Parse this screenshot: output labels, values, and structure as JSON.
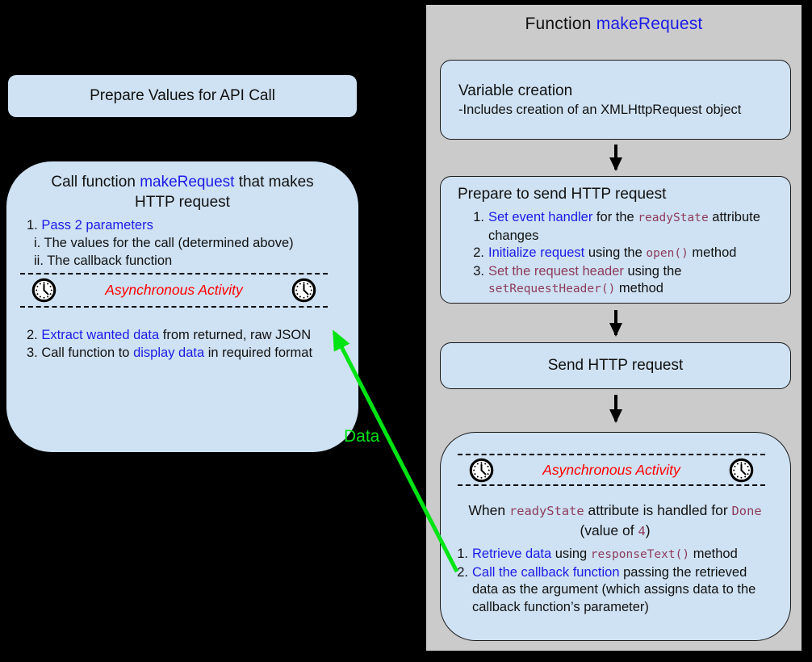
{
  "colors": {
    "background": "#000000",
    "panel": "#cbcbcb",
    "box_fill": "#cfe2f3",
    "emphasis_blue": "#1b1be6",
    "code_maroon": "#8e3b5c",
    "async_red": "#ff0000",
    "arrow_green": "#00e414",
    "arrow_black": "#000000"
  },
  "left": {
    "prepare_box_label": "Prepare Values for API Call",
    "call_box": {
      "title": [
        {
          "t": "Call function ",
          "s": "k"
        },
        {
          "t": "makeRequest",
          "s": "b"
        },
        {
          "t": " that makes HTTP request",
          "s": "k"
        }
      ],
      "steps_top": [
        [
          {
            "t": "1. ",
            "s": "k"
          },
          {
            "t": "Pass 2 parameters",
            "s": "b"
          }
        ],
        [
          {
            "t": "i. The values for the call (determined above)",
            "s": "k"
          }
        ],
        [
          {
            "t": "ii. The callback function",
            "s": "k"
          }
        ]
      ],
      "async_label": "Asynchronous Activity",
      "steps_bottom": [
        [
          {
            "t": "2. ",
            "s": "k"
          },
          {
            "t": "Extract wanted data",
            "s": "b"
          },
          {
            "t": " from returned, raw JSON",
            "s": "k"
          }
        ],
        [
          {
            "t": "3. Call function to ",
            "s": "k"
          },
          {
            "t": "display data",
            "s": "b"
          },
          {
            "t": " in required format",
            "s": "k"
          }
        ]
      ]
    },
    "data_arrow_label": "Data"
  },
  "right": {
    "panel_title": [
      {
        "t": "Function ",
        "s": "k"
      },
      {
        "t": "makeRequest",
        "s": "b"
      }
    ],
    "variable_box": {
      "heading": "Variable creation",
      "subtext": "-Includes creation of an XMLHttpRequest object"
    },
    "prepare_box": {
      "heading": "Prepare to send HTTP request",
      "items": [
        {
          "num": "1.",
          "segs": [
            {
              "t": "Set event handler",
              "s": "b"
            },
            {
              "t": " for the ",
              "s": "k"
            },
            {
              "t": "readyState",
              "s": "c"
            },
            {
              "t": " attribute changes",
              "s": "k"
            }
          ]
        },
        {
          "num": "2.",
          "segs": [
            {
              "t": "Initialize request",
              "s": "b"
            },
            {
              "t": " using the ",
              "s": "k"
            },
            {
              "t": "open()",
              "s": "c"
            },
            {
              "t": " method",
              "s": "k"
            }
          ]
        },
        {
          "num": "3.",
          "segs": [
            {
              "t": "Set the request header",
              "s": "m"
            },
            {
              "t": " using the ",
              "s": "k"
            },
            {
              "t": "setRequestHeader()",
              "s": "c"
            },
            {
              "t": " method",
              "s": "k"
            }
          ]
        }
      ]
    },
    "send_box_label": "Send HTTP request",
    "callback_box": {
      "async_label": "Asynchronous Activity",
      "heading": [
        {
          "t": "When ",
          "s": "k"
        },
        {
          "t": "readyState",
          "s": "c"
        },
        {
          "t": " attribute is handled for ",
          "s": "k"
        },
        {
          "t": "Done",
          "s": "c"
        },
        {
          "t": " (value of ",
          "s": "k"
        },
        {
          "t": "4",
          "s": "c"
        },
        {
          "t": ")",
          "s": "k"
        }
      ],
      "items": [
        {
          "num": "1.",
          "segs": [
            {
              "t": "Retrieve data",
              "s": "b"
            },
            {
              "t": " using ",
              "s": "k"
            },
            {
              "t": "responseText()",
              "s": "c"
            },
            {
              "t": " method",
              "s": "k"
            }
          ]
        },
        {
          "num": "2.",
          "segs": [
            {
              "t": "Call the callback function",
              "s": "b"
            },
            {
              "t": " passing the retrieved data as the argument (which assigns data to the callback function’s parameter)",
              "s": "k"
            }
          ]
        }
      ]
    }
  }
}
